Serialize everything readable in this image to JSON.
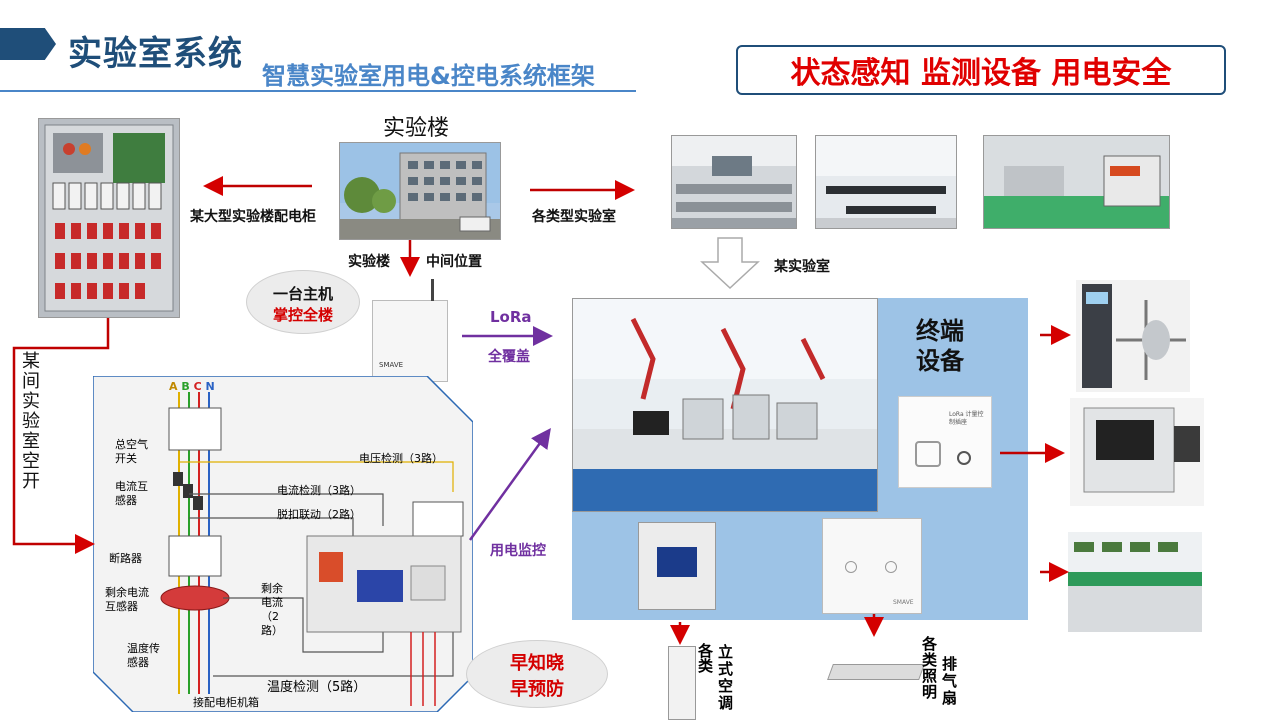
{
  "header": {
    "title": "实验室系统",
    "subtitle": "智慧实验室用电&控电系统框架",
    "slogan": "状态感知 监测设备 用电安全"
  },
  "building": {
    "title": "实验楼",
    "left_label": "某大型实验楼配电柜",
    "right_label": "各类型实验室",
    "bottom_left": "实验楼",
    "bottom_right": "中间位置"
  },
  "host_bubble": {
    "line1": "一台主机",
    "line2": "掌控全楼"
  },
  "lora": {
    "label": "LoRa",
    "sub": "全覆盖"
  },
  "some_lab": "某实验室",
  "vertical_label": "某间实验室空开",
  "terminal": {
    "title": "终端设备"
  },
  "socket_text": "LoRa 计量控制插座",
  "monitor_label": "用电监控",
  "warning_bubble": {
    "line1": "早知晓",
    "line2": "早预防"
  },
  "bottom": {
    "aircon_a": "各类",
    "aircon_b": "立式空调",
    "light_a": "各类照明",
    "light_b": "排气扇"
  },
  "wiring": {
    "phases": [
      "A",
      "B",
      "C",
      "N"
    ],
    "main_switch": "总空气开关",
    "ct": "电流互感器",
    "breaker": "断路器",
    "rcd": "剩余电流互感器",
    "temp_sensor": "温度传感器",
    "cabinet": "接配电柜机箱",
    "voltage": "电压检测（3路）",
    "current": "电流检测（3路）",
    "trip": "脱扣联动（2路）",
    "residual": "剩余电流（2路）",
    "temperature": "温度检测（5路）",
    "device_brand": "SMAVE"
  },
  "colors": {
    "primary": "#1f4e79",
    "accent": "#4a86c8",
    "red": "#d40000",
    "purple": "#7030a0",
    "panel": "#9dc3e6"
  }
}
